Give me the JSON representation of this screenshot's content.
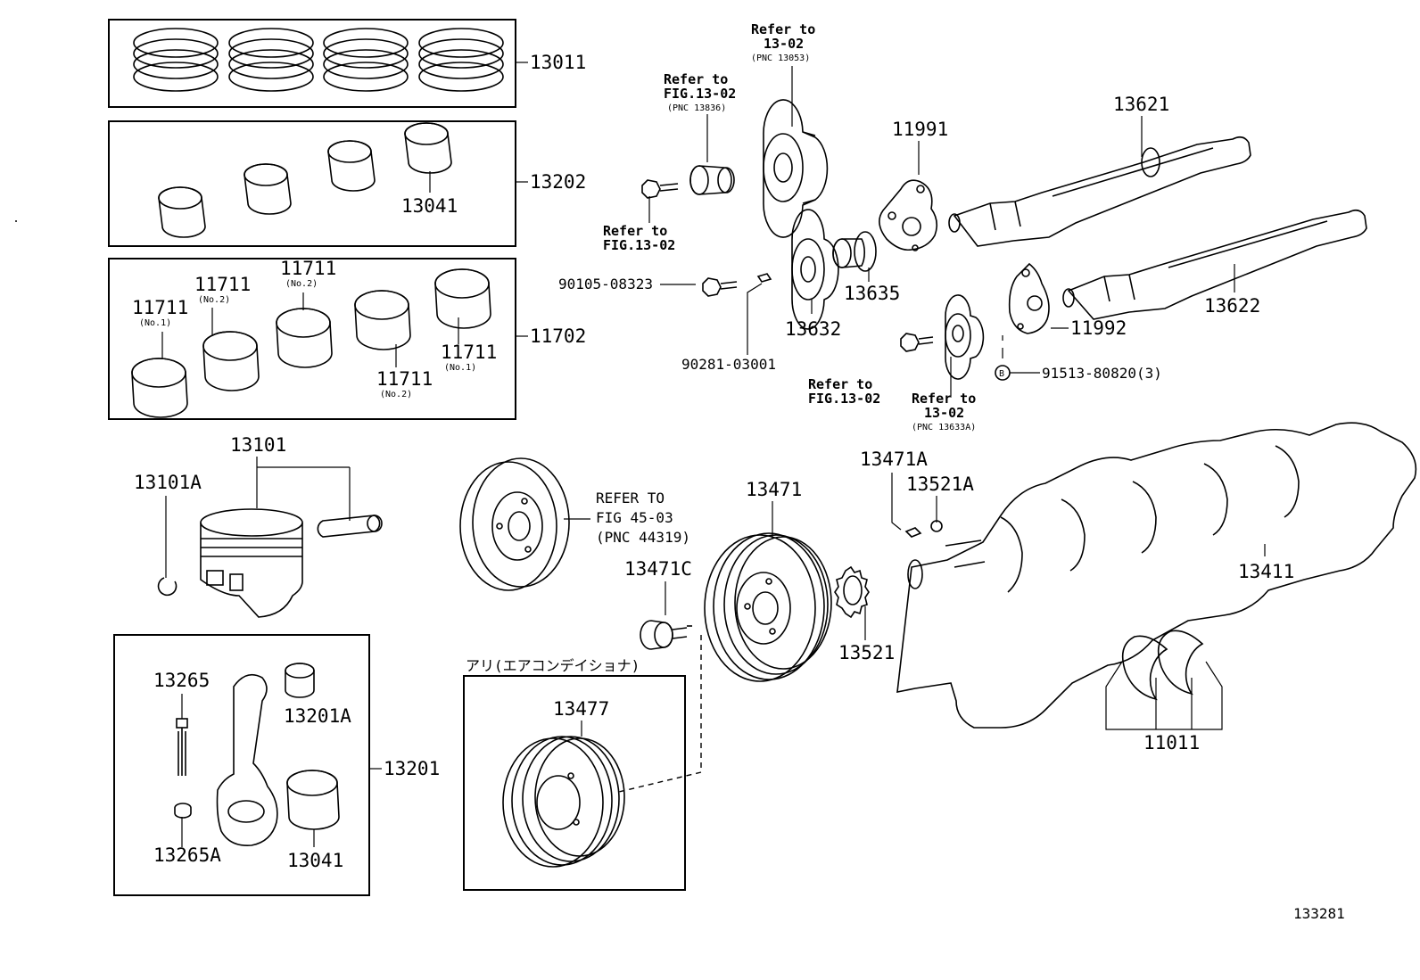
{
  "labels": {
    "p13011": "13011",
    "p13202": "13202",
    "p13041_top": "13041",
    "p11702": "11702",
    "p11711_no1_left": "11711",
    "p11711_no2_a": "11711",
    "p11711_no2_b": "11711",
    "p11711_no2_c": "11711",
    "p11711_no1_right": "11711",
    "tag_no1_left": "(No.1)",
    "tag_no2_a": "(No.2)",
    "tag_no2_b": "(No.2)",
    "tag_no2_c": "(No.2)",
    "tag_no1_right": "(No.1)",
    "p13101": "13101",
    "p13101A": "13101A",
    "p13265": "13265",
    "p13201A": "13201A",
    "p13201": "13201",
    "p13265A": "13265A",
    "p13041_bottom": "13041",
    "p90105": "90105-08323",
    "p90281": "90281-03001",
    "p13632": "13632",
    "p13635": "13635",
    "p11991": "11991",
    "p13621": "13621",
    "p13622": "13622",
    "p11992": "11992",
    "p91513": "91513-80820(3)",
    "p13471": "13471",
    "p13471C": "13471C",
    "p13471A": "13471A",
    "p13521A": "13521A",
    "p13521": "13521",
    "p13411": "13411",
    "p11011": "11011",
    "p13477": "13477",
    "ac_note": "アリ(エアコンデイショナ)",
    "bolt_marker": "B",
    "figure_id": "133281"
  },
  "references": {
    "r1": {
      "line1": "Refer to",
      "line2": "13-02",
      "line3": "(PNC 13053)"
    },
    "r2": {
      "line1": "Refer to",
      "line2": "FIG.13-02",
      "line3": "(PNC 13836)"
    },
    "r3": {
      "line1": "Refer to",
      "line2": "FIG.13-02"
    },
    "r4": {
      "line1": "Refer to",
      "line2": "FIG.13-02"
    },
    "r5": {
      "line1": "Refer to",
      "line2": "13-02",
      "line3": "(PNC 13633A)"
    },
    "r6": {
      "line1": "REFER TO",
      "line2": "FIG 45-03",
      "line3": "(PNC 44319)"
    }
  }
}
